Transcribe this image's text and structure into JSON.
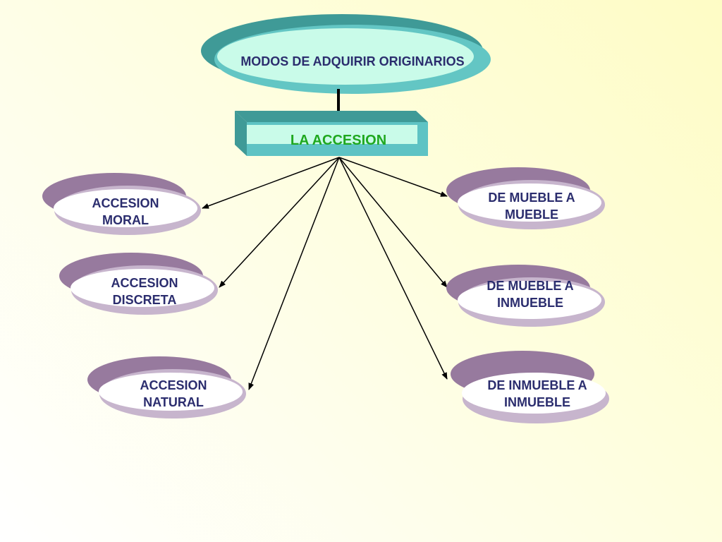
{
  "title": "MODOS DE ADQUIRIR ORIGINARIOS",
  "center": "LA ACCESION",
  "nodes": {
    "moral": [
      "ACCESION",
      "MORAL"
    ],
    "discreta": [
      "ACCESION",
      "DISCRETA"
    ],
    "natural": [
      "ACCESION",
      "NATURAL"
    ],
    "mueble_mueble": [
      "DE MUEBLE A",
      "MUEBLE"
    ],
    "mueble_inmueble": [
      "DE MUEBLE A",
      "INMUEBLE"
    ],
    "inmueble_inmueble": [
      "DE INMUEBLE A",
      "INMUEBLE"
    ]
  },
  "colors": {
    "title_outer": "#3f9a97",
    "title_inner": "#c9fbe9",
    "title_rim": "#63c6c4",
    "center_face": "#c9fbe9",
    "center_frame": "#5ec3c4",
    "center_shadow": "#3f9a97",
    "node_dark": "#977a9e",
    "node_light": "#c7b5cd",
    "node_face": "#ffffff",
    "node_text": "#2b2d6e",
    "center_text": "#1fa81f",
    "connector": "#000000"
  }
}
